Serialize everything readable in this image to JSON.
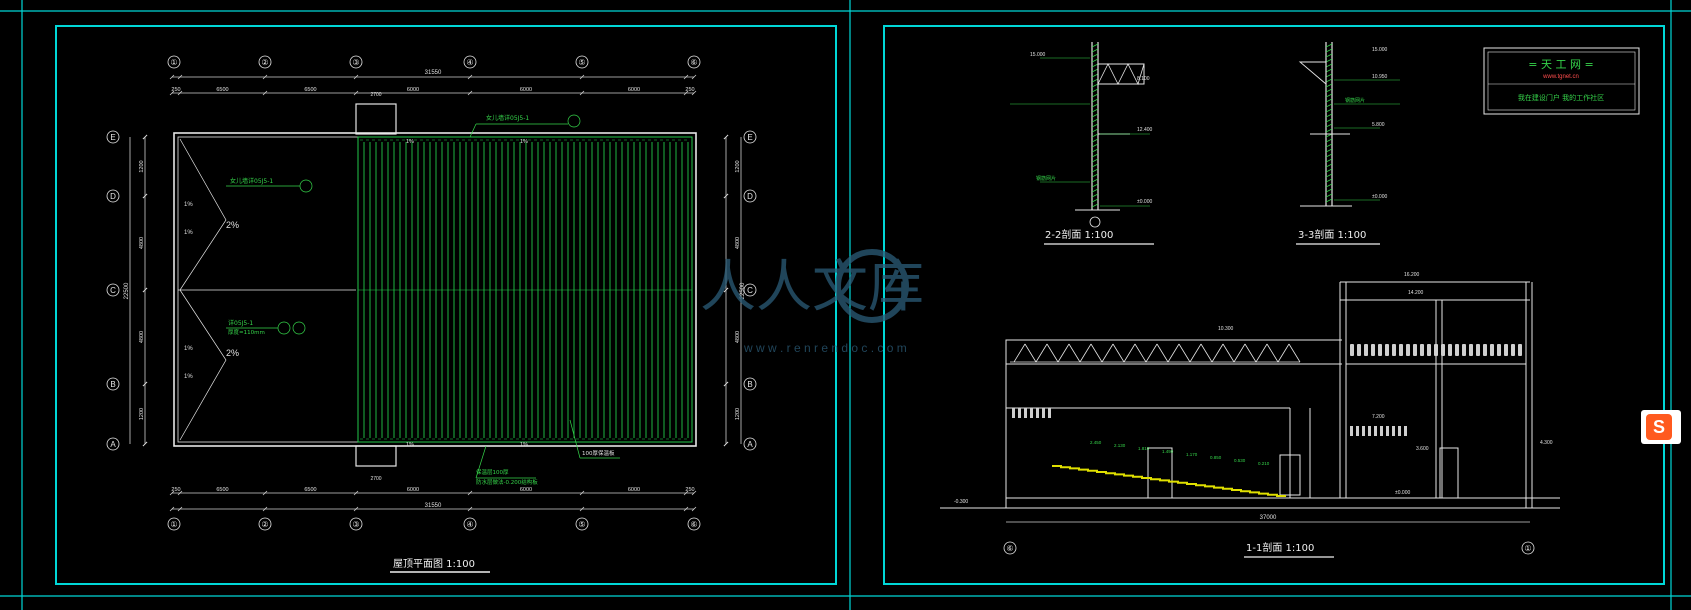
{
  "colors": {
    "background": "#000000",
    "frame": "#00d7d7",
    "linework": "#e6e6e6",
    "grid": "#35d44a",
    "roof_hatch": "#22c84a",
    "dimension": "#d0d0d0",
    "stairs": "#e0e000",
    "watermark": "#2b5c78",
    "stamp": "#ff4d4d"
  },
  "plan": {
    "title": "屋顶平面图 1:100",
    "axes_top": [
      "①",
      "②",
      "③",
      "④",
      "⑤",
      "⑥"
    ],
    "axes_side": [
      "E",
      "D",
      "C",
      "B",
      "A"
    ],
    "dims_top": [
      "250",
      "6500",
      "6500",
      "6000",
      "6000",
      "6000",
      "250"
    ],
    "dims_side": [
      "1200",
      "4800",
      "4800",
      "1200"
    ],
    "overall_width": "31550",
    "overall_depth": "22500",
    "stair_dim": "2700",
    "label_drain_top": "女儿墙详05J5-1",
    "label_drain_left": "女儿墙详05J5-1",
    "label_gutter": "详05J5-1",
    "label_gutter2": "厚度=110mm",
    "label_bottom": "保温层100厚",
    "label_bottom2": "防水层做法-0.200结构板",
    "label_hatch": "100厚保温板",
    "slopes": [
      "1%",
      "1%",
      "1%",
      "1%",
      "1%",
      "1%",
      "1%",
      "1%"
    ],
    "slope_major": [
      "2%",
      "2%"
    ]
  },
  "sec22": {
    "title": "2-2剖面 1:100",
    "elev": [
      "15.000",
      "12.400",
      "8.100",
      "±0.000"
    ],
    "note": "钢筋网片"
  },
  "sec33": {
    "title": "3-3剖面 1:100",
    "elev": [
      "15.000",
      "10.950",
      "5.800",
      "±0.000"
    ],
    "note": "钢筋网片"
  },
  "sec11": {
    "title": "1-1剖面 1:100",
    "overall": "37000",
    "elev": [
      "16.200",
      "14.200",
      "10.300",
      "7.200",
      "3.600",
      "4.300",
      "±0.000",
      "-0.300"
    ],
    "step_labels": [
      "2.450",
      "2.130",
      "1.810",
      "1.490",
      "1.170",
      "0.850",
      "0.530",
      "0.210"
    ],
    "axis_left": "⑥",
    "axis_right": "①"
  },
  "stamp": {
    "title": "= 天 工 网 =",
    "url": "www.tgnet.cn",
    "slogan": "我在建设门户 我的工作社区"
  },
  "watermark": {
    "brand": "人人文库",
    "url": "w w w . r e n r e n d o c . c o m"
  }
}
